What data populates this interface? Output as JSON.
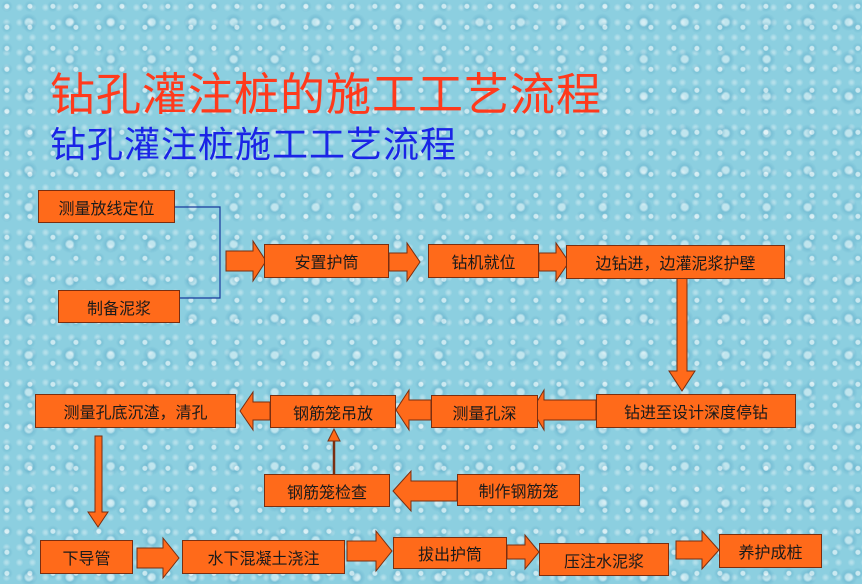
{
  "title_main": "钻孔灌注桩的施工工艺流程",
  "title_sub": "钻孔灌注桩施工工艺流程",
  "steps": {
    "survey_setout": "测量放线定位",
    "prepare_slurry": "制备泥浆",
    "install_casing": "安置护筒",
    "rig_positioning": "钻机就位",
    "drill_and_slurry": "边钻进，边灌泥浆护壁",
    "drill_to_depth": "钻进至设计深度停钻",
    "measure_depth": "测量孔深",
    "hoist_cage": "钢筋笼吊放",
    "measure_sediment_clean": "测量孔底沉渣，清孔",
    "make_cage": "制作钢筋笼",
    "inspect_cage": "钢筋笼检查",
    "lower_tremie": "下导管",
    "pour_concrete": "水下混凝土浇注",
    "pull_casing": "拔出护筒",
    "grout": "压注水泥浆",
    "cure": "养护成桩"
  },
  "colors": {
    "title_main": "#ff3a1c",
    "title_sub": "#1a24e6",
    "box_fill": "#ff6a1a",
    "arrow_fill": "#ff6a1a",
    "arrow_stroke": "#7a2e10",
    "bracket_line": "#1a3a9c"
  }
}
